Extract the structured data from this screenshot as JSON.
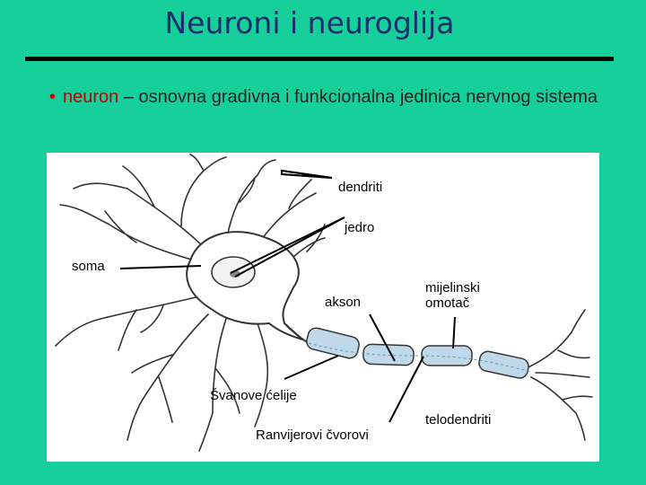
{
  "title": "Neuroni i neuroglija",
  "bullet": {
    "term": "neuron",
    "dash": "–",
    "text": "osnovna gradivna i funkcionalna jedinica nervnog sistema"
  },
  "labels": {
    "dendriti": "dendriti",
    "jedro": "jedro",
    "soma": "soma",
    "akson": "akson",
    "mijelinski_line1": "mijelinski",
    "mijelinski_line2": "omotač",
    "svanove": "Švanove ćelije",
    "telodendriti": "telodendriti",
    "ranvijerovi": "Ranvijerovi čvorovi"
  },
  "colors": {
    "background": "#16CF9A",
    "title": "#1A2E6E",
    "accent": "#C00000",
    "myelin": "#BFD9EA"
  }
}
